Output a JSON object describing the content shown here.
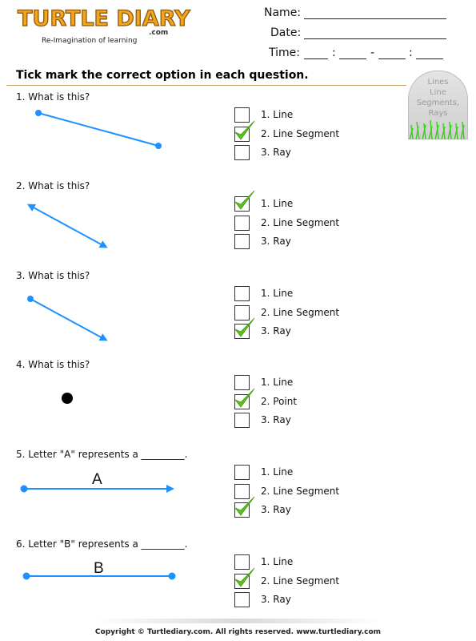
{
  "header": {
    "logo_text": "TURTLE DIARY",
    "logo_suffix": ".com",
    "tagline": "Re-Imagination of learning",
    "name_label": "Name:",
    "date_label": "Date:",
    "time_label": "Time:",
    "time_sep1": ":",
    "time_sep2": "-",
    "time_sep3": ":"
  },
  "instruction": "Tick mark the correct option in each question.",
  "tombstone": {
    "line1": "Lines",
    "line2": "Line",
    "line3": "Segments,",
    "line4": "Rays"
  },
  "questions": [
    {
      "text": "1. What is this?",
      "options": [
        "1. Line",
        "2. Line Segment",
        "3. Ray"
      ],
      "checked": [
        false,
        true,
        false
      ]
    },
    {
      "text": "2. What is this?",
      "options": [
        "1. Line",
        "2. Line Segment",
        "3. Ray"
      ],
      "checked": [
        true,
        false,
        false
      ]
    },
    {
      "text": "3. What is this?",
      "options": [
        "1. Line",
        "2. Line Segment",
        "3. Ray"
      ],
      "checked": [
        false,
        false,
        true
      ]
    },
    {
      "text": "4. What is this?",
      "options": [
        "1. Line",
        "2. Point",
        "3. Ray"
      ],
      "checked": [
        false,
        true,
        false
      ]
    },
    {
      "text": "5. Letter \"A\" represents a _________.",
      "figure_label": "A",
      "options": [
        "1. Line",
        "2. Line Segment",
        "3. Ray"
      ],
      "checked": [
        false,
        false,
        true
      ]
    },
    {
      "text": "6. Letter \"B\" represents a _________.",
      "figure_label": "B",
      "options": [
        "1. Line",
        "2. Line Segment",
        "3. Ray"
      ],
      "checked": [
        false,
        true,
        false
      ]
    }
  ],
  "colors": {
    "figure_blue": "#1e90ff",
    "tick_green": "#5bc21d",
    "logo_orange": "#f4a51c"
  },
  "footer": "Copyright © Turtlediary.com. All rights reserved. www.turtlediary.com"
}
